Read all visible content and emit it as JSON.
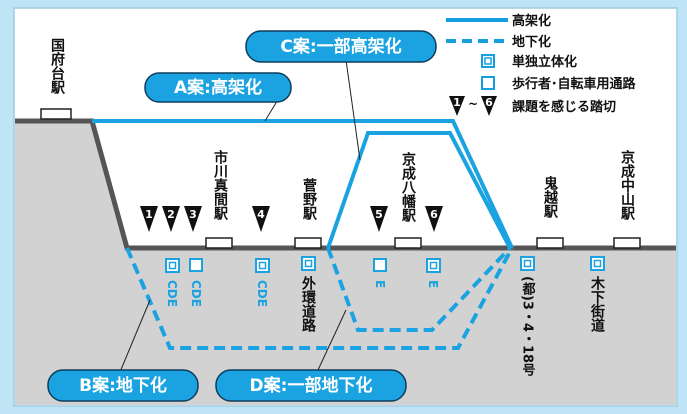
{
  "legend": {
    "elevated": "高架化",
    "underground": "地下化",
    "single_grade_separation": "単独立体化",
    "pedestrian_passage": "歩行者･自転車用通路",
    "crossings": "課題を感じる踏切",
    "crossing_first": "1",
    "crossing_last": "6"
  },
  "plans": {
    "a": "A案:高架化",
    "b": "B案:地下化",
    "c": "C案:一部高架化",
    "d": "D案:一部地下化"
  },
  "stations": {
    "kokufudai": "国府台駅",
    "ichikawamama": "市川真間駅",
    "sugano": "菅野駅",
    "keiseiyawata": "京成八幡駅",
    "onigoe": "鬼越駅",
    "keiseinakayama": "京成中山駅"
  },
  "crossings": [
    "1",
    "2",
    "3",
    "4",
    "5",
    "6"
  ],
  "options": {
    "col1": [
      "C",
      "D",
      "E"
    ],
    "col2": [
      "C",
      "D",
      "E"
    ],
    "col3": [
      "C",
      "D",
      "E"
    ],
    "col4": [
      "E"
    ],
    "col5": [
      "E"
    ]
  },
  "roads": {
    "gaikan": "外環道路",
    "toto": "(都)3・4・18号",
    "kinoshita": "木下街道"
  },
  "colors": {
    "plan_blue": "#1aa3e0",
    "legend_blue": "#14a0e0",
    "panel_bg": "#bfe4f6",
    "ground": "#d2d2d2",
    "track": "#555555"
  }
}
